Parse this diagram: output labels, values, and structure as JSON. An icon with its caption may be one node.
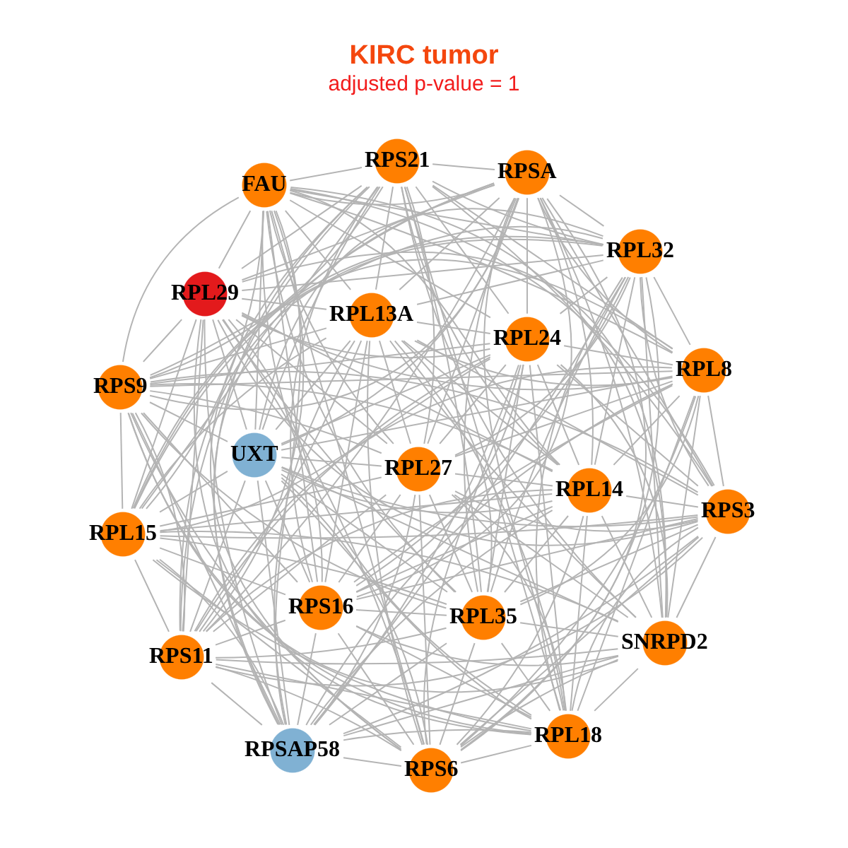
{
  "diagram": {
    "title": "KIRC tumor",
    "nodes": [
      {
        "text": [
          "FAU"
        ]
      },
      {
        "text": [
          "RPS21"
        ]
      },
      {
        "text": [
          "RPSA"
        ]
      },
      {
        "text": [
          "RPL32"
        ]
      },
      {
        "text": [
          "RPL29"
        ]
      },
      {
        "text": [
          "RPL13A"
        ]
      },
      {
        "text": [
          "RPL24"
        ]
      },
      {
        "text": [
          "RPS9"
        ]
      },
      {
        "text": [
          "RPL8"
        ]
      },
      {
        "text": [
          "UXT"
        ]
      },
      {
        "text": [
          "RPL27"
        ]
      },
      {
        "text": [
          "RPL14"
        ]
      },
      {
        "text": [
          "RPS3"
        ]
      },
      {
        "text": [
          "RPL15"
        ]
      },
      {
        "text": [
          "RPS16"
        ]
      },
      {
        "text": [
          "RPL35"
        ]
      },
      {
        "text": [
          "SNRPD2"
        ]
      },
      {
        "text": [
          "RPS11"
        ]
      },
      {
        "text": [
          "RPSAP58"
        ]
      },
      {
        "text": [
          "RPS6"
        ]
      },
      {
        "text": [
          "RPL18"
        ]
      }
    ],
    "edges": [
      {
        "from": 0,
        "to": 1,
        "arrow": "none"
      },
      {
        "from": 0,
        "to": 2,
        "arrow": "none"
      },
      {
        "from": 0,
        "to": 3,
        "arrow": "none"
      },
      {
        "from": 0,
        "to": 4,
        "arrow": "none"
      },
      {
        "from": 0,
        "to": 5,
        "arrow": "none"
      },
      {
        "from": 0,
        "to": 6,
        "arrow": "none"
      },
      {
        "from": 0,
        "to": 7,
        "arrow": "none"
      },
      {
        "from": 0,
        "to": 8,
        "arrow": "none"
      },
      {
        "from": 0,
        "to": 9,
        "arrow": "none"
      },
      {
        "from": 0,
        "to": 10,
        "arrow": "none"
      },
      {
        "from": 0,
        "to": 11,
        "arrow": "none"
      },
      {
        "from": 0,
        "to": 12,
        "arrow": "none"
      },
      {
        "from": 0,
        "to": 13,
        "arrow": "none"
      },
      {
        "from": 0,
        "to": 14,
        "arrow": "none"
      },
      {
        "from": 0,
        "to": 15,
        "arrow": "none"
      },
      {
        "from": 0,
        "to": 16,
        "arrow": "none"
      },
      {
        "from": 0,
        "to": 17,
        "arrow": "none"
      },
      {
        "from": 0,
        "to": 18,
        "arrow": "none"
      },
      {
        "from": 0,
        "to": 19,
        "arrow": "none"
      },
      {
        "from": 0,
        "to": 20,
        "arrow": "none"
      },
      {
        "from": 1,
        "to": 2,
        "arrow": "none"
      },
      {
        "from": 1,
        "to": 3,
        "arrow": "none"
      },
      {
        "from": 1,
        "to": 4,
        "arrow": "none"
      },
      {
        "from": 1,
        "to": 5,
        "arrow": "none"
      },
      {
        "from": 1,
        "to": 6,
        "arrow": "none"
      },
      {
        "from": 1,
        "to": 7,
        "arrow": "none"
      },
      {
        "from": 1,
        "to": 8,
        "arrow": "none"
      },
      {
        "from": 1,
        "to": 9,
        "arrow": "none"
      },
      {
        "from": 1,
        "to": 10,
        "arrow": "none"
      },
      {
        "from": 1,
        "to": 11,
        "arrow": "none"
      },
      {
        "from": 1,
        "to": 12,
        "arrow": "none"
      },
      {
        "from": 1,
        "to": 13,
        "arrow": "none"
      },
      {
        "from": 1,
        "to": 14,
        "arrow": "none"
      },
      {
        "from": 1,
        "to": 15,
        "arrow": "none"
      },
      {
        "from": 1,
        "to": 16,
        "arrow": "none"
      },
      {
        "from": 1,
        "to": 17,
        "arrow": "none"
      },
      {
        "from": 1,
        "to": 18,
        "arrow": "none"
      },
      {
        "from": 1,
        "to": 19,
        "arrow": "none"
      },
      {
        "from": 1,
        "to": 20,
        "arrow": "none"
      },
      {
        "from": 2,
        "to": 3,
        "arrow": "none"
      },
      {
        "from": 2,
        "to": 4,
        "arrow": "none"
      },
      {
        "from": 2,
        "to": 5,
        "arrow": "none"
      },
      {
        "from": 2,
        "to": 6,
        "arrow": "none"
      },
      {
        "from": 2,
        "to": 7,
        "arrow": "none"
      },
      {
        "from": 2,
        "to": 8,
        "arrow": "none"
      },
      {
        "from": 2,
        "to": 9,
        "arrow": "none"
      },
      {
        "from": 2,
        "to": 10,
        "arrow": "none"
      },
      {
        "from": 2,
        "to": 11,
        "arrow": "none"
      },
      {
        "from": 2,
        "to": 12,
        "arrow": "none"
      },
      {
        "from": 2,
        "to": 13,
        "arrow": "none"
      },
      {
        "from": 2,
        "to": 14,
        "arrow": "none"
      },
      {
        "from": 2,
        "to": 15,
        "arrow": "none"
      },
      {
        "from": 2,
        "to": 16,
        "arrow": "none"
      },
      {
        "from": 2,
        "to": 17,
        "arrow": "none"
      },
      {
        "from": 2,
        "to": 18,
        "arrow": "none"
      },
      {
        "from": 2,
        "to": 19,
        "arrow": "none"
      },
      {
        "from": 2,
        "to": 20,
        "arrow": "none"
      },
      {
        "from": 3,
        "to": 4,
        "arrow": "none"
      },
      {
        "from": 3,
        "to": 5,
        "arrow": "none"
      },
      {
        "from": 3,
        "to": 6,
        "arrow": "none"
      },
      {
        "from": 3,
        "to": 7,
        "arrow": "none"
      },
      {
        "from": 3,
        "to": 8,
        "arrow": "none"
      },
      {
        "from": 3,
        "to": 9,
        "arrow": "none"
      },
      {
        "from": 3,
        "to": 10,
        "arrow": "none"
      },
      {
        "from": 3,
        "to": 11,
        "arrow": "none"
      },
      {
        "from": 3,
        "to": 12,
        "arrow": "none"
      },
      {
        "from": 3,
        "to": 13,
        "arrow": "none"
      },
      {
        "from": 3,
        "to": 14,
        "arrow": "none"
      },
      {
        "from": 3,
        "to": 15,
        "arrow": "none"
      },
      {
        "from": 3,
        "to": 16,
        "arrow": "none"
      },
      {
        "from": 3,
        "to": 17,
        "arrow": "none"
      },
      {
        "from": 3,
        "to": 18,
        "arrow": "none"
      },
      {
        "from": 3,
        "to": 19,
        "arrow": "none"
      },
      {
        "from": 3,
        "to": 20,
        "arrow": "none"
      },
      {
        "from": 4,
        "to": 5,
        "arrow": "none"
      },
      {
        "from": 4,
        "to": 6,
        "arrow": "none"
      },
      {
        "from": 4,
        "to": 7,
        "arrow": "none"
      },
      {
        "from": 4,
        "to": 8,
        "arrow": "none"
      },
      {
        "from": 4,
        "to": 9,
        "arrow": "none"
      },
      {
        "from": 4,
        "to": 10,
        "arrow": "none"
      },
      {
        "from": 4,
        "to": 11,
        "arrow": "none"
      },
      {
        "from": 4,
        "to": 12,
        "arrow": "none"
      },
      {
        "from": 4,
        "to": 13,
        "arrow": "none"
      },
      {
        "from": 4,
        "to": 14,
        "arrow": "none"
      },
      {
        "from": 4,
        "to": 15,
        "arrow": "none"
      },
      {
        "from": 4,
        "to": 16,
        "arrow": "none"
      },
      {
        "from": 4,
        "to": 17,
        "arrow": "none"
      },
      {
        "from": 4,
        "to": 18,
        "arrow": "none"
      },
      {
        "from": 4,
        "to": 19,
        "arrow": "none"
      },
      {
        "from": 4,
        "to": 20,
        "arrow": "none"
      },
      {
        "from": 5,
        "to": 6,
        "arrow": "none"
      },
      {
        "from": 5,
        "to": 7,
        "arrow": "none"
      },
      {
        "from": 5,
        "to": 8,
        "arrow": "none"
      },
      {
        "from": 5,
        "to": 9,
        "arrow": "none"
      },
      {
        "from": 5,
        "to": 10,
        "arrow": "none"
      },
      {
        "from": 5,
        "to": 11,
        "arrow": "none"
      },
      {
        "from": 5,
        "to": 12,
        "arrow": "none"
      },
      {
        "from": 5,
        "to": 13,
        "arrow": "none"
      },
      {
        "from": 5,
        "to": 14,
        "arrow": "none"
      },
      {
        "from": 5,
        "to": 15,
        "arrow": "none"
      },
      {
        "from": 5,
        "to": 16,
        "arrow": "none"
      },
      {
        "from": 5,
        "to": 17,
        "arrow": "none"
      },
      {
        "from": 5,
        "to": 18,
        "arrow": "none"
      },
      {
        "from": 5,
        "to": 19,
        "arrow": "none"
      },
      {
        "from": 5,
        "to": 20,
        "arrow": "none"
      },
      {
        "from": 6,
        "to": 7,
        "arrow": "none"
      },
      {
        "from": 6,
        "to": 8,
        "arrow": "none"
      },
      {
        "from": 6,
        "to": 9,
        "arrow": "none"
      },
      {
        "from": 6,
        "to": 10,
        "arrow": "none"
      },
      {
        "from": 6,
        "to": 11,
        "arrow": "none"
      },
      {
        "from": 6,
        "to": 12,
        "arrow": "none"
      },
      {
        "from": 6,
        "to": 13,
        "arrow": "none"
      },
      {
        "from": 6,
        "to": 14,
        "arrow": "none"
      },
      {
        "from": 6,
        "to": 15,
        "arrow": "none"
      },
      {
        "from": 6,
        "to": 16,
        "arrow": "none"
      },
      {
        "from": 6,
        "to": 17,
        "arrow": "none"
      },
      {
        "from": 6,
        "to": 18,
        "arrow": "none"
      },
      {
        "from": 6,
        "to": 19,
        "arrow": "none"
      },
      {
        "from": 6,
        "to": 20,
        "arrow": "none"
      },
      {
        "from": 7,
        "to": 8,
        "arrow": "none"
      },
      {
        "from": 7,
        "to": 9,
        "arrow": "none"
      },
      {
        "from": 7,
        "to": 10,
        "arrow": "none"
      },
      {
        "from": 7,
        "to": 11,
        "arrow": "none"
      },
      {
        "from": 7,
        "to": 12,
        "arrow": "none"
      },
      {
        "from": 7,
        "to": 13,
        "arrow": "none"
      },
      {
        "from": 7,
        "to": 14,
        "arrow": "none"
      },
      {
        "from": 7,
        "to": 15,
        "arrow": "none"
      },
      {
        "from": 7,
        "to": 16,
        "arrow": "none"
      },
      {
        "from": 7,
        "to": 17,
        "arrow": "none"
      },
      {
        "from": 7,
        "to": 18,
        "arrow": "none"
      },
      {
        "from": 7,
        "to": 19,
        "arrow": "none"
      },
      {
        "from": 7,
        "to": 20,
        "arrow": "none"
      },
      {
        "from": 8,
        "to": 9,
        "arrow": "none"
      },
      {
        "from": 8,
        "to": 10,
        "arrow": "none"
      },
      {
        "from": 8,
        "to": 11,
        "arrow": "none"
      },
      {
        "from": 8,
        "to": 12,
        "arrow": "none"
      },
      {
        "from": 8,
        "to": 13,
        "arrow": "none"
      },
      {
        "from": 8,
        "to": 14,
        "arrow": "none"
      },
      {
        "from": 8,
        "to": 15,
        "arrow": "none"
      },
      {
        "from": 8,
        "to": 16,
        "arrow": "none"
      },
      {
        "from": 8,
        "to": 17,
        "arrow": "none"
      },
      {
        "from": 8,
        "to": 18,
        "arrow": "none"
      },
      {
        "from": 8,
        "to": 19,
        "arrow": "none"
      },
      {
        "from": 8,
        "to": 20,
        "arrow": "none"
      },
      {
        "from": 9,
        "to": 10,
        "arrow": "none"
      },
      {
        "from": 9,
        "to": 11,
        "arrow": "none"
      },
      {
        "from": 9,
        "to": 12,
        "arrow": "none"
      },
      {
        "from": 9,
        "to": 13,
        "arrow": "none"
      },
      {
        "from": 9,
        "to": 14,
        "arrow": "none"
      },
      {
        "from": 9,
        "to": 15,
        "arrow": "none"
      },
      {
        "from": 9,
        "to": 16,
        "arrow": "none"
      },
      {
        "from": 9,
        "to": 17,
        "arrow": "none"
      },
      {
        "from": 9,
        "to": 18,
        "arrow": "none"
      },
      {
        "from": 9,
        "to": 19,
        "arrow": "none"
      },
      {
        "from": 9,
        "to": 20,
        "arrow": "none"
      },
      {
        "from": 10,
        "to": 11,
        "arrow": "none"
      },
      {
        "from": 10,
        "to": 12,
        "arrow": "none"
      },
      {
        "from": 10,
        "to": 13,
        "arrow": "none"
      },
      {
        "from": 10,
        "to": 14,
        "arrow": "none"
      },
      {
        "from": 10,
        "to": 15,
        "arrow": "none"
      },
      {
        "from": 10,
        "to": 16,
        "arrow": "none"
      },
      {
        "from": 10,
        "to": 17,
        "arrow": "none"
      },
      {
        "from": 10,
        "to": 18,
        "arrow": "none"
      },
      {
        "from": 10,
        "to": 19,
        "arrow": "none"
      },
      {
        "from": 10,
        "to": 20,
        "arrow": "none"
      },
      {
        "from": 11,
        "to": 12,
        "arrow": "none"
      },
      {
        "from": 11,
        "to": 13,
        "arrow": "none"
      },
      {
        "from": 11,
        "to": 14,
        "arrow": "none"
      },
      {
        "from": 11,
        "to": 15,
        "arrow": "none"
      },
      {
        "from": 11,
        "to": 16,
        "arrow": "none"
      },
      {
        "from": 11,
        "to": 17,
        "arrow": "none"
      },
      {
        "from": 11,
        "to": 18,
        "arrow": "none"
      },
      {
        "from": 11,
        "to": 19,
        "arrow": "none"
      },
      {
        "from": 11,
        "to": 20,
        "arrow": "none"
      },
      {
        "from": 12,
        "to": 13,
        "arrow": "none"
      },
      {
        "from": 12,
        "to": 14,
        "arrow": "none"
      },
      {
        "from": 12,
        "to": 15,
        "arrow": "none"
      },
      {
        "from": 12,
        "to": 16,
        "arrow": "none"
      },
      {
        "from": 12,
        "to": 17,
        "arrow": "none"
      },
      {
        "from": 12,
        "to": 18,
        "arrow": "none"
      },
      {
        "from": 12,
        "to": 19,
        "arrow": "none"
      },
      {
        "from": 12,
        "to": 20,
        "arrow": "none"
      },
      {
        "from": 13,
        "to": 14,
        "arrow": "none"
      },
      {
        "from": 13,
        "to": 15,
        "arrow": "none"
      },
      {
        "from": 13,
        "to": 16,
        "arrow": "none"
      },
      {
        "from": 13,
        "to": 17,
        "arrow": "none"
      },
      {
        "from": 13,
        "to": 18,
        "arrow": "none"
      },
      {
        "from": 13,
        "to": 19,
        "arrow": "none"
      },
      {
        "from": 13,
        "to": 20,
        "arrow": "none"
      },
      {
        "from": 14,
        "to": 15,
        "arrow": "none"
      },
      {
        "from": 14,
        "to": 16,
        "arrow": "none"
      },
      {
        "from": 14,
        "to": 17,
        "arrow": "none"
      },
      {
        "from": 14,
        "to": 18,
        "arrow": "none"
      },
      {
        "from": 14,
        "to": 19,
        "arrow": "none"
      },
      {
        "from": 14,
        "to": 20,
        "arrow": "none"
      },
      {
        "from": 15,
        "to": 16,
        "arrow": "none"
      },
      {
        "from": 15,
        "to": 17,
        "arrow": "none"
      },
      {
        "from": 15,
        "to": 18,
        "arrow": "none"
      },
      {
        "from": 15,
        "to": 19,
        "arrow": "none"
      },
      {
        "from": 15,
        "to": 20,
        "arrow": "none"
      },
      {
        "from": 16,
        "to": 17,
        "arrow": "none"
      },
      {
        "from": 16,
        "to": 18,
        "arrow": "none"
      },
      {
        "from": 16,
        "to": 19,
        "arrow": "none"
      },
      {
        "from": 16,
        "to": 20,
        "arrow": "none"
      },
      {
        "from": 17,
        "to": 18,
        "arrow": "none"
      },
      {
        "from": 17,
        "to": 19,
        "arrow": "none"
      },
      {
        "from": 17,
        "to": 20,
        "arrow": "none"
      },
      {
        "from": 18,
        "to": 19,
        "arrow": "none"
      },
      {
        "from": 18,
        "to": 20,
        "arrow": "none"
      },
      {
        "from": 19,
        "to": 20,
        "arrow": "none"
      }
    ],
    "labels": [
      "adjusted p-value = 1"
    ]
  }
}
